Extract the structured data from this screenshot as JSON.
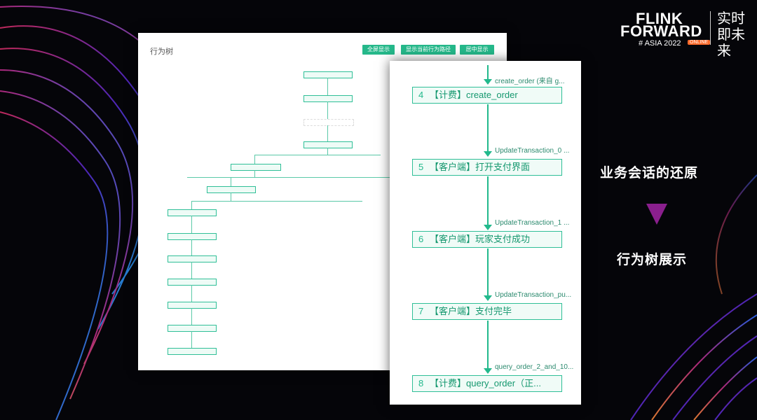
{
  "logo": {
    "line1": "FLINK",
    "line2": "FORWARD",
    "line3": "# ASIA 2022",
    "badge": "ONLINE",
    "cn": "实时即未来"
  },
  "left_panel": {
    "title": "行为树",
    "buttons": [
      "全屏显示",
      "显示当前行为路径",
      "居中显示"
    ]
  },
  "right_panel": {
    "nodes": [
      {
        "num": "4",
        "label": "【计费】create_order"
      },
      {
        "num": "5",
        "label": "【客户端】打开支付界面"
      },
      {
        "num": "6",
        "label": "【客户端】玩家支付成功"
      },
      {
        "num": "7",
        "label": "【客户端】支付完毕"
      },
      {
        "num": "8",
        "label": "【计费】query_order（正..."
      }
    ],
    "edges": [
      "create_order (来自 g...",
      "UpdateTransaction_0 ...",
      "UpdateTransaction_1 ...",
      "UpdateTransaction_pu...",
      "query_order_2_and_10..."
    ]
  },
  "captions": {
    "top": "业务会话的还原",
    "bottom": "行为树展示"
  },
  "colors": {
    "accent": "#22b98c",
    "arrow_triangle": "#8a1f8d",
    "background": "#050509"
  }
}
